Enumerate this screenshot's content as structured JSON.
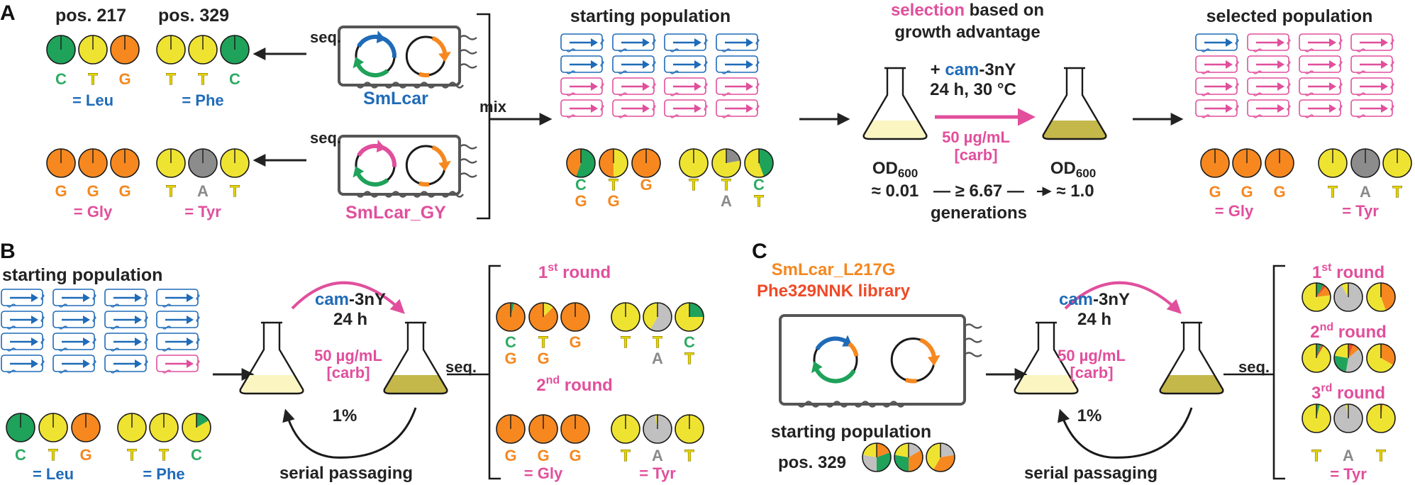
{
  "colors": {
    "green": "#1fa25a",
    "yellow": "#efe331",
    "orange": "#f6881f",
    "gray": "#8c8c8c",
    "lightgray": "#c0c0c0",
    "blue": "#1f6bb8",
    "pink": "#e14f9c",
    "red": "#ef4a28",
    "culture_light": "#fbf5c2",
    "culture_dark": "#c5b84a"
  },
  "panel_a": {
    "letter": "A",
    "pos217": "pos. 217",
    "pos329": "pos. 329",
    "seq": "seq.",
    "strain1": "SmLcar",
    "strain2": "SmLcar_GY",
    "codon_leu": [
      "C",
      "T",
      "G"
    ],
    "codon_phe": [
      "T",
      "T",
      "C"
    ],
    "codon_gly": [
      "G",
      "G",
      "G"
    ],
    "codon_tyr": [
      "T",
      "A",
      "T"
    ],
    "leu": "= Leu",
    "phe": "= Phe",
    "gly": "= Gly",
    "tyr": "= Tyr",
    "mix": "mix",
    "starting_population": "starting population",
    "mixed_codon_top": [
      "C",
      "T",
      "G",
      "T",
      "T",
      "C"
    ],
    "mixed_codon_bottom": [
      "G",
      "G",
      "A",
      "T"
    ],
    "selection_word": "selection",
    "selection_rest": " based on",
    "selection_line2": "growth advantage",
    "cond_plus": "+ ",
    "cond_cam": "cam",
    "cond_rest": "-3nY",
    "cond_time": "24 h, 30 °C",
    "conc": "50 µg/mL",
    "carb": "[carb]",
    "od": "OD",
    "od_sub": "600",
    "od_start": "≈ 0.01",
    "generations_value": "— ≥ 6.67 —",
    "od_end": "≈ 1.0",
    "generations": "generations",
    "selected_population": "selected population"
  },
  "panel_b": {
    "letter": "B",
    "starting_population": "starting population",
    "cam": "cam",
    "cam_rest": "-3nY",
    "time": "24 h",
    "conc": "50 µg/mL",
    "carb": "[carb]",
    "pct": "1%",
    "serial": "serial passaging",
    "seq": "seq.",
    "round1": "1",
    "round1_sup": "st",
    "round2": "2",
    "round2_sup": "nd",
    "round_word": " round",
    "codon_leu": [
      "C",
      "T",
      "G"
    ],
    "codon_phe": [
      "T",
      "T",
      "C"
    ],
    "leu": "= Leu",
    "phe": "= Phe",
    "r1_top": [
      "C",
      "T",
      "G",
      "T",
      "T",
      "C"
    ],
    "r1_bottom": [
      "G",
      "G",
      "A",
      "T"
    ],
    "r2_codon": [
      "G",
      "G",
      "G",
      "T",
      "A",
      "T"
    ],
    "gly": "= Gly",
    "tyr": "= Tyr"
  },
  "panel_c": {
    "letter": "C",
    "strain": "SmLcar_L217G",
    "library": "Phe329NNK library",
    "starting_population": "starting population",
    "pos329": "pos. 329",
    "cam": "cam",
    "cam_rest": "-3nY",
    "time": "24 h",
    "conc": "50 µg/mL",
    "carb": "[carb]",
    "pct": "1%",
    "serial": "serial passaging",
    "seq": "seq.",
    "round1": "1",
    "round1_sup": "st",
    "round2": "2",
    "round2_sup": "nd",
    "round3": "3",
    "round3_sup": "rd",
    "round_word": " round",
    "codon": [
      "T",
      "A",
      "T"
    ],
    "tyr": "= Tyr"
  }
}
